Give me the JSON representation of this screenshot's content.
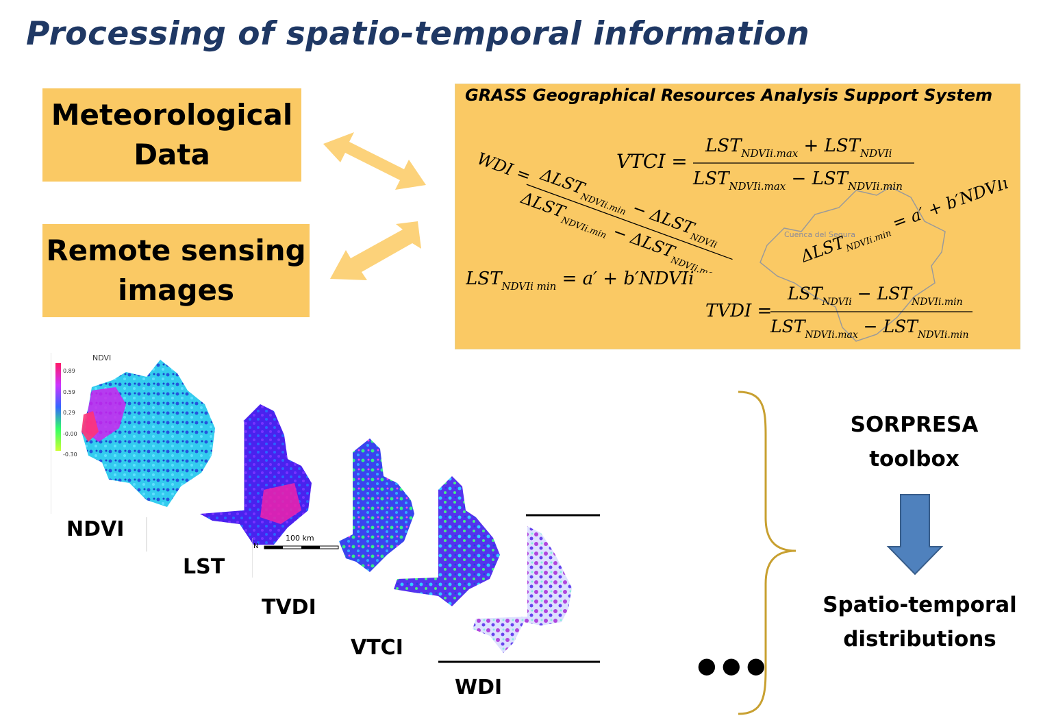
{
  "title": "Processing of spatio-temporal information",
  "boxes": {
    "meteo": [
      "Meteorological",
      "Data"
    ],
    "remote": [
      "Remote sensing",
      "images"
    ]
  },
  "grass": {
    "title": "GRASS Geographical  Resources  Analysis Support System",
    "region_label": "Cuenca del Segura"
  },
  "maps": {
    "ndvi_legend_title": "NDVI",
    "ndvi_legend_ticks": [
      "0.89",
      "0.59",
      "0.29",
      "-0.00",
      "-0.30"
    ],
    "scale_label": "100  km",
    "north_label": "N"
  },
  "map_labels": [
    "NDVI",
    "LST",
    "TVDI",
    "VTCI",
    "WDI"
  ],
  "ellipsis": "●●●",
  "right": {
    "toolbox": [
      "SORPRESA",
      "toolbox"
    ],
    "output": [
      "Spatio-temporal",
      "distributions"
    ]
  },
  "colors": {
    "title": "#1f3864",
    "box": "#fac964",
    "arrow": "#fcd27a",
    "brace": "#c8a030",
    "down_arrow": "#4f81bd"
  }
}
